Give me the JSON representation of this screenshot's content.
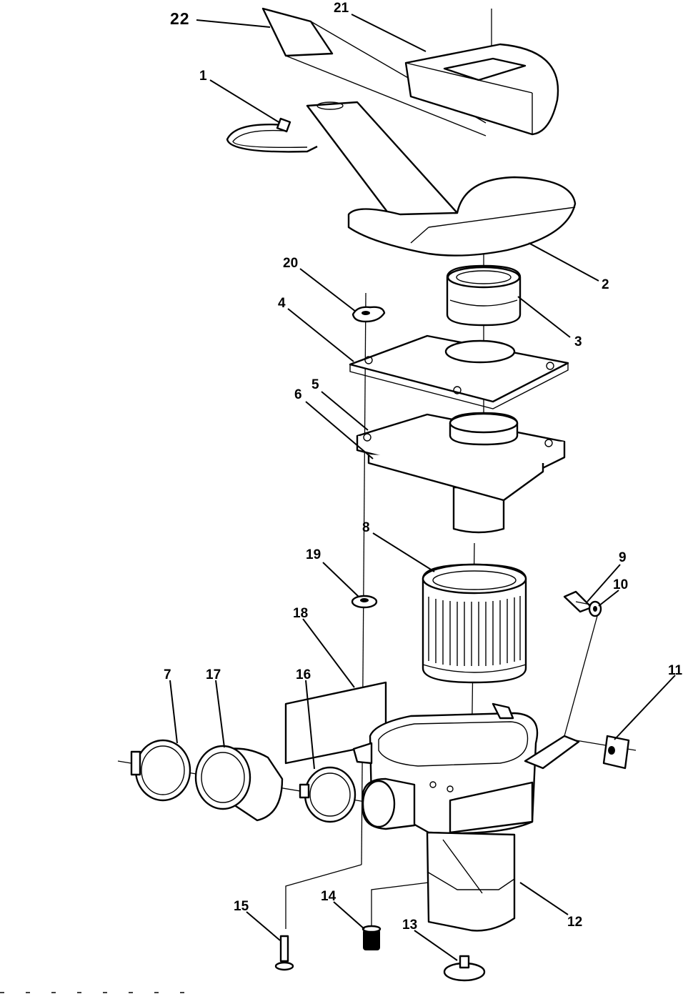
{
  "diagram": {
    "callouts": [
      {
        "id": "22",
        "text": "22"
      },
      {
        "id": "21",
        "text": "21"
      },
      {
        "id": "1",
        "text": "1"
      },
      {
        "id": "2",
        "text": "2"
      },
      {
        "id": "20",
        "text": "20"
      },
      {
        "id": "3",
        "text": "3"
      },
      {
        "id": "4",
        "text": "4"
      },
      {
        "id": "5",
        "text": "5"
      },
      {
        "id": "6",
        "text": "6"
      },
      {
        "id": "8",
        "text": "8"
      },
      {
        "id": "19",
        "text": "19"
      },
      {
        "id": "9",
        "text": "9"
      },
      {
        "id": "10",
        "text": "10"
      },
      {
        "id": "18",
        "text": "18"
      },
      {
        "id": "7",
        "text": "7"
      },
      {
        "id": "17",
        "text": "17"
      },
      {
        "id": "16",
        "text": "16"
      },
      {
        "id": "11",
        "text": "11"
      },
      {
        "id": "12",
        "text": "12"
      },
      {
        "id": "15",
        "text": "15"
      },
      {
        "id": "14",
        "text": "14"
      },
      {
        "id": "13",
        "text": "13"
      }
    ]
  }
}
